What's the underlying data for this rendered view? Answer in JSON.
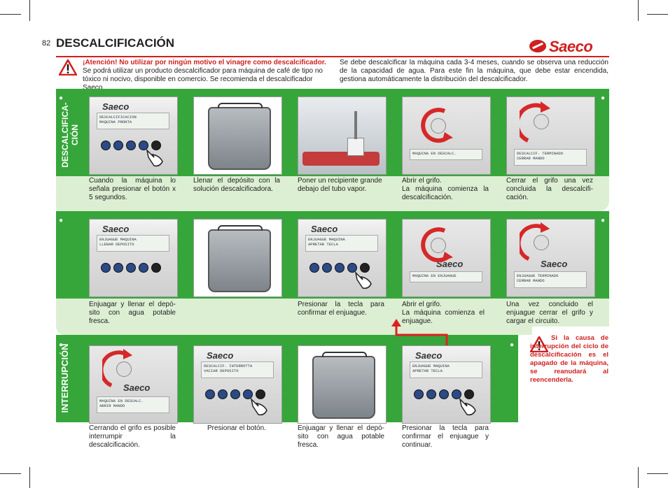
{
  "page": {
    "number": "82",
    "title": "DESCALCIFICACIÓN",
    "brand": "Saeco"
  },
  "warning": {
    "title": "¡Atención! No utilizar por ningún motivo el vinagre como descalcificador.",
    "body": "Se podrá utilizar un producto descalcificador para máquina de café de tipo no tóxico ni nocivo, disponible en comercio. Se recomienda el descalcificador Saeco."
  },
  "intro": "Se debe descalcificar la máquina cada 3-4 meses, cuando se observa una reducción de la capacidad de agua. Para este fin la máquina, que debe estar encendida, gestiona automáticamente la distribución del descalcificador.",
  "rows": [
    {
      "label": "DESCALCIFICA-\nCIÓN",
      "steps": [
        {
          "lcd": [
            "DESCALCIFICACION",
            "MAQUINA PRONTA"
          ],
          "caption": "Cuando la máquina lo señala presionar el botón x 5 segundos."
        },
        {
          "lcd": [],
          "caption": "Llenar el depósito con la solución descalcificadora."
        },
        {
          "lcd": [],
          "caption": "Poner un recipiente grande debajo del tubo vapor."
        },
        {
          "lcd": [
            "MAQUINA EN DESCALC."
          ],
          "caption": "Abrir el grifo.\nLa máquina comienza la descalcificación."
        },
        {
          "lcd": [
            "DESCALCIF. TERMINADO",
            "CERRAR MANDO"
          ],
          "caption": "Cerrar el grifo una vez concluida la descalcifi-cación."
        }
      ]
    },
    {
      "label": "",
      "steps": [
        {
          "lcd": [
            "ENJUAGUE MAQUINA",
            "LLENAR DEPOSITO"
          ],
          "caption": "Enjuagar y llenar el depó-sito con agua potable fresca."
        },
        {
          "lcd": [],
          "caption": ""
        },
        {
          "lcd": [
            "ENJUAGUE MAQUINA",
            "APRETAR TECLA"
          ],
          "caption": "Presionar la tecla para confirmar el enjuague."
        },
        {
          "lcd": [
            "MAQUINA EN ENJUAGUE"
          ],
          "caption": "Abrir el grifo.\nLa máquina comienza el enjuague."
        },
        {
          "lcd": [
            "ENJUAGUE TERMINADO",
            "CERRAR MANDO"
          ],
          "caption": "Una vez concluido el enjuague cerrar el grifo y cargar el circuito."
        }
      ]
    },
    {
      "label": "INTERRUPCIÓN",
      "steps": [
        {
          "lcd": [
            "MAQUINA EN DESCALC.",
            "ABRIR MANDO"
          ],
          "caption": "Cerrando el grifo es posible interrumpir la descalcificación."
        },
        {
          "lcd": [
            "DESCALCIF. INTERROTTA",
            "VACIAR DEPOSITO"
          ],
          "caption": "Presionar el botón."
        },
        {
          "lcd": [],
          "caption": "Enjuagar y llenar el depó-sito con agua potable fresca."
        },
        {
          "lcd": [
            "ENJUAGUE MAQUINA",
            "APRETAR TECLA"
          ],
          "caption": "Presionar la tecla para confirmar el enjuague y continuar."
        }
      ]
    }
  ],
  "note": "Si la causa de interrupción del ciclo de descalcificación es el apagado de la máquina, se reanudará al reencenderla.",
  "colors": {
    "green": "#36a63a",
    "light_green": "#dcefd3",
    "red": "#d01f1f"
  }
}
